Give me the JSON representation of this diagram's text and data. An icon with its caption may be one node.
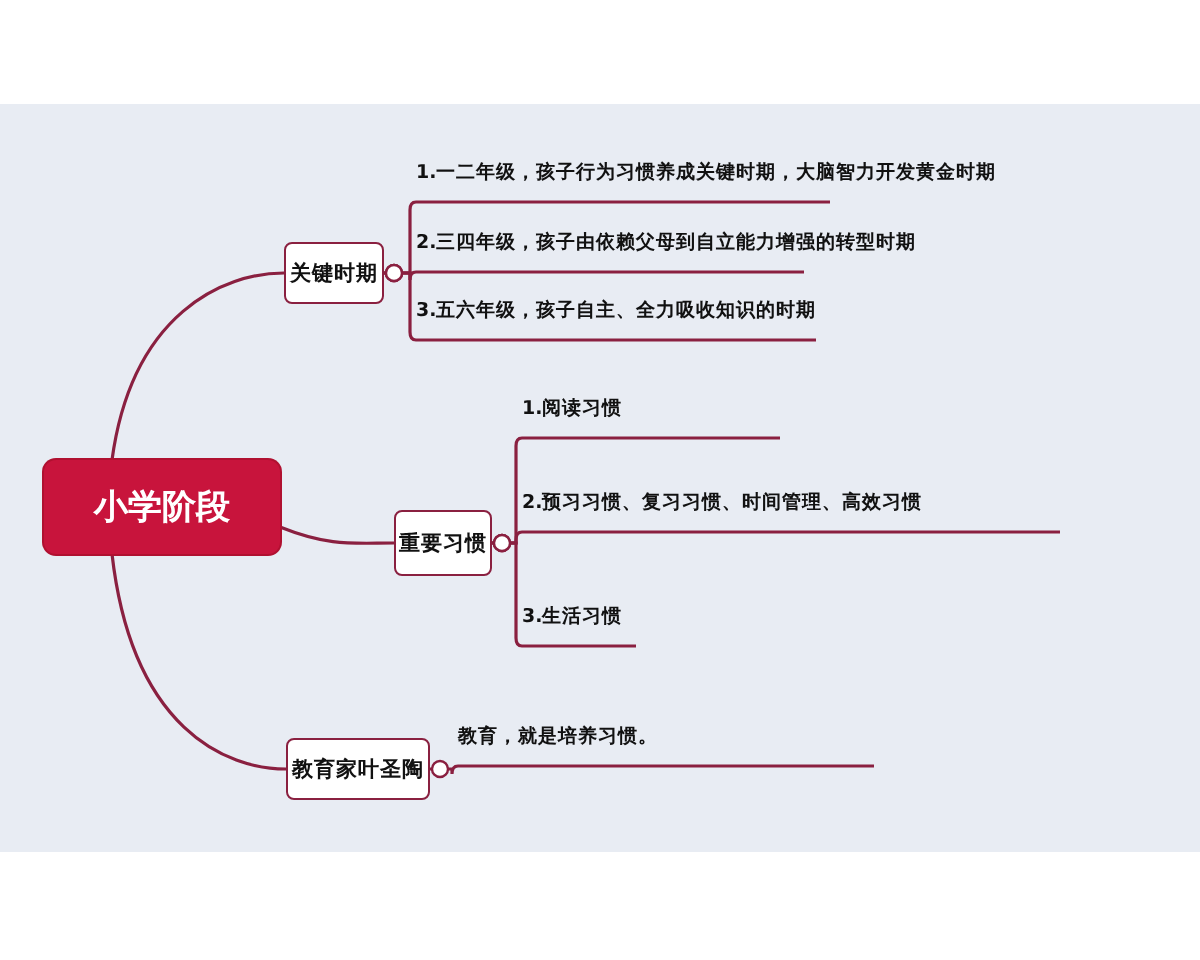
{
  "diagram": {
    "nodes": [
      {
        "text": [
          "小学阶段"
        ]
      },
      {
        "text": [
          "关键时期"
        ]
      },
      {
        "text": [
          "重要习惯"
        ]
      },
      {
        "text": [
          "教育家叶圣陶"
        ]
      },
      {
        "text": [
          "1.一二年级，孩子行为习惯养成关键时期，大脑智力开发黄金时期"
        ]
      },
      {
        "text": [
          "2.三四年级，孩子由依赖父母到自立能力增强的转型时期"
        ]
      },
      {
        "text": [
          "3.五六年级，孩子自主、全力吸收知识的时期"
        ]
      },
      {
        "text": [
          "1.阅读习惯"
        ]
      },
      {
        "text": [
          "2.预习习惯、复习习惯、时间管理、高效习惯"
        ]
      },
      {
        "text": [
          "3.生活习惯"
        ]
      },
      {
        "text": [
          "教育，就是培养习惯。"
        ]
      }
    ],
    "edges": [
      {
        "from": 0,
        "to": 1,
        "arrow": "none"
      },
      {
        "from": 0,
        "to": 2,
        "arrow": "none"
      },
      {
        "from": 0,
        "to": 3,
        "arrow": "none"
      },
      {
        "from": 1,
        "to": 4,
        "arrow": "other"
      },
      {
        "from": 1,
        "to": 5,
        "arrow": "other"
      },
      {
        "from": 1,
        "to": 6,
        "arrow": "other"
      },
      {
        "from": 2,
        "to": 7,
        "arrow": "other"
      },
      {
        "from": 2,
        "to": 8,
        "arrow": "other"
      },
      {
        "from": 2,
        "to": 9,
        "arrow": "other"
      },
      {
        "from": 3,
        "to": 10,
        "arrow": "other"
      }
    ]
  }
}
